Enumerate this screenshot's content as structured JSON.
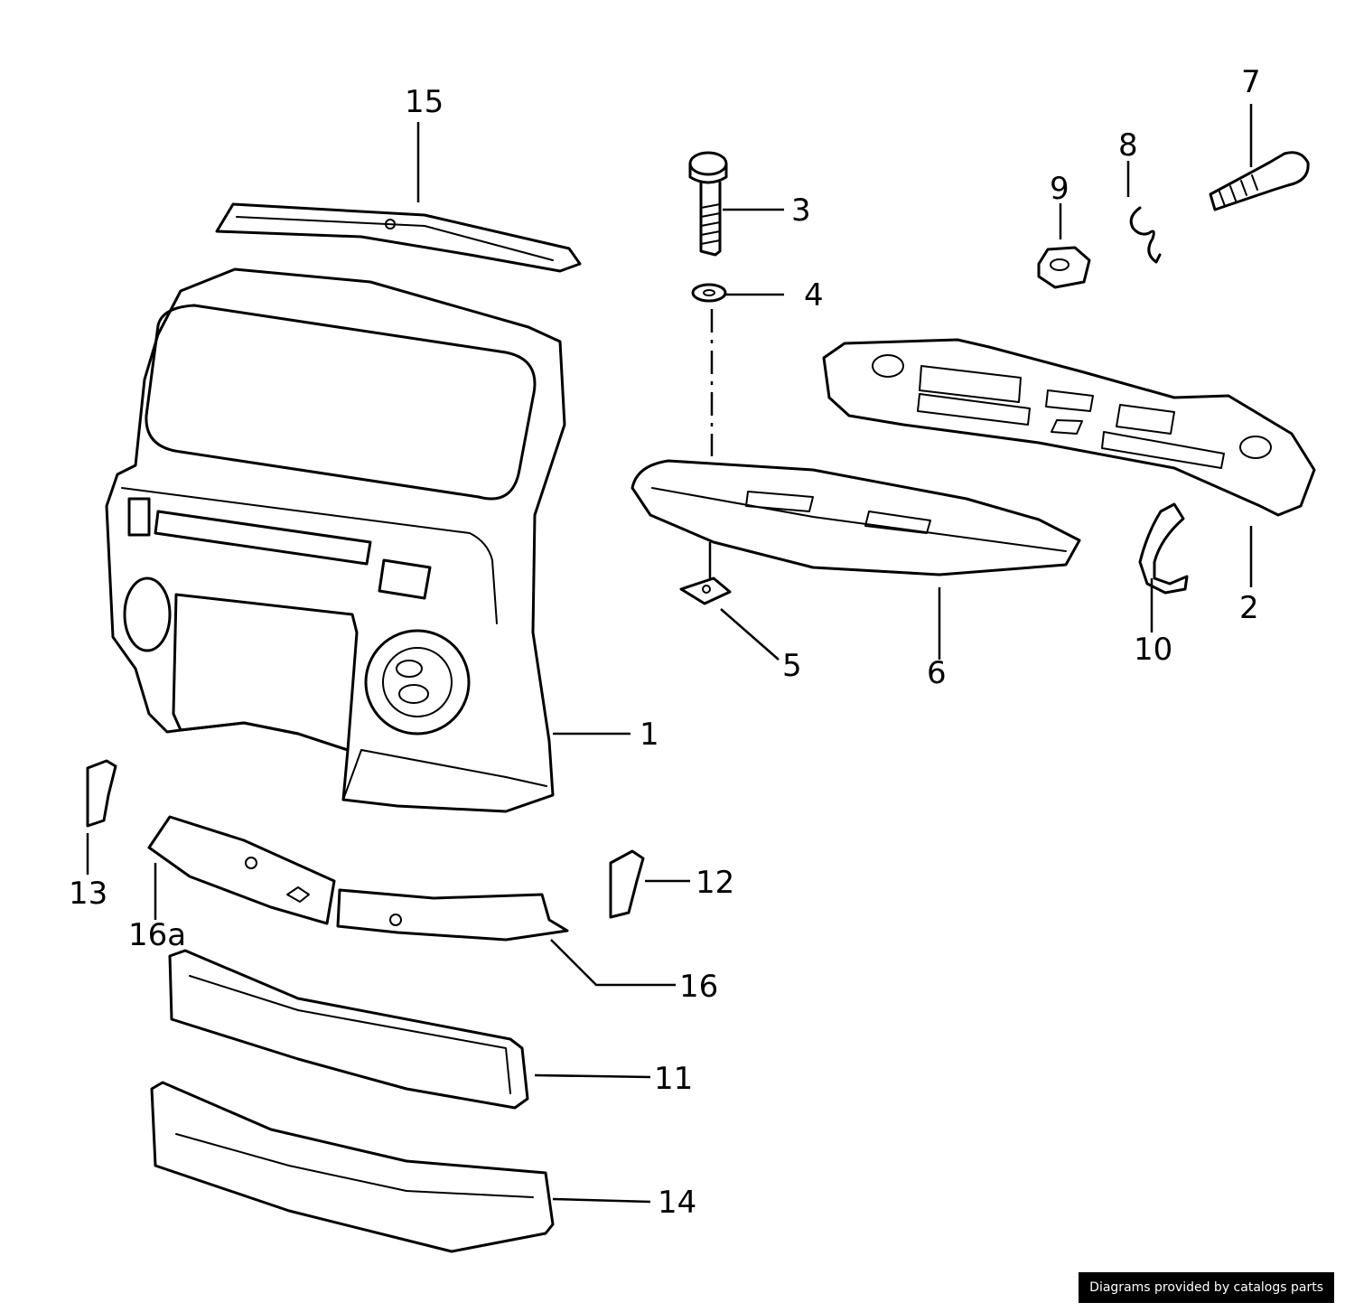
{
  "callouts": {
    "p1": "1",
    "p2": "2",
    "p3": "3",
    "p4": "4",
    "p5": "5",
    "p6": "6",
    "p7": "7",
    "p8": "8",
    "p9": "9",
    "p10": "10",
    "p11": "11",
    "p12": "12",
    "p13": "13",
    "p14": "14",
    "p15": "15",
    "p16": "16",
    "p16a": "16a"
  },
  "credit": "Diagrams provided by catalogs parts",
  "colors": {
    "ink": "#000000",
    "paper": "#ffffff"
  }
}
